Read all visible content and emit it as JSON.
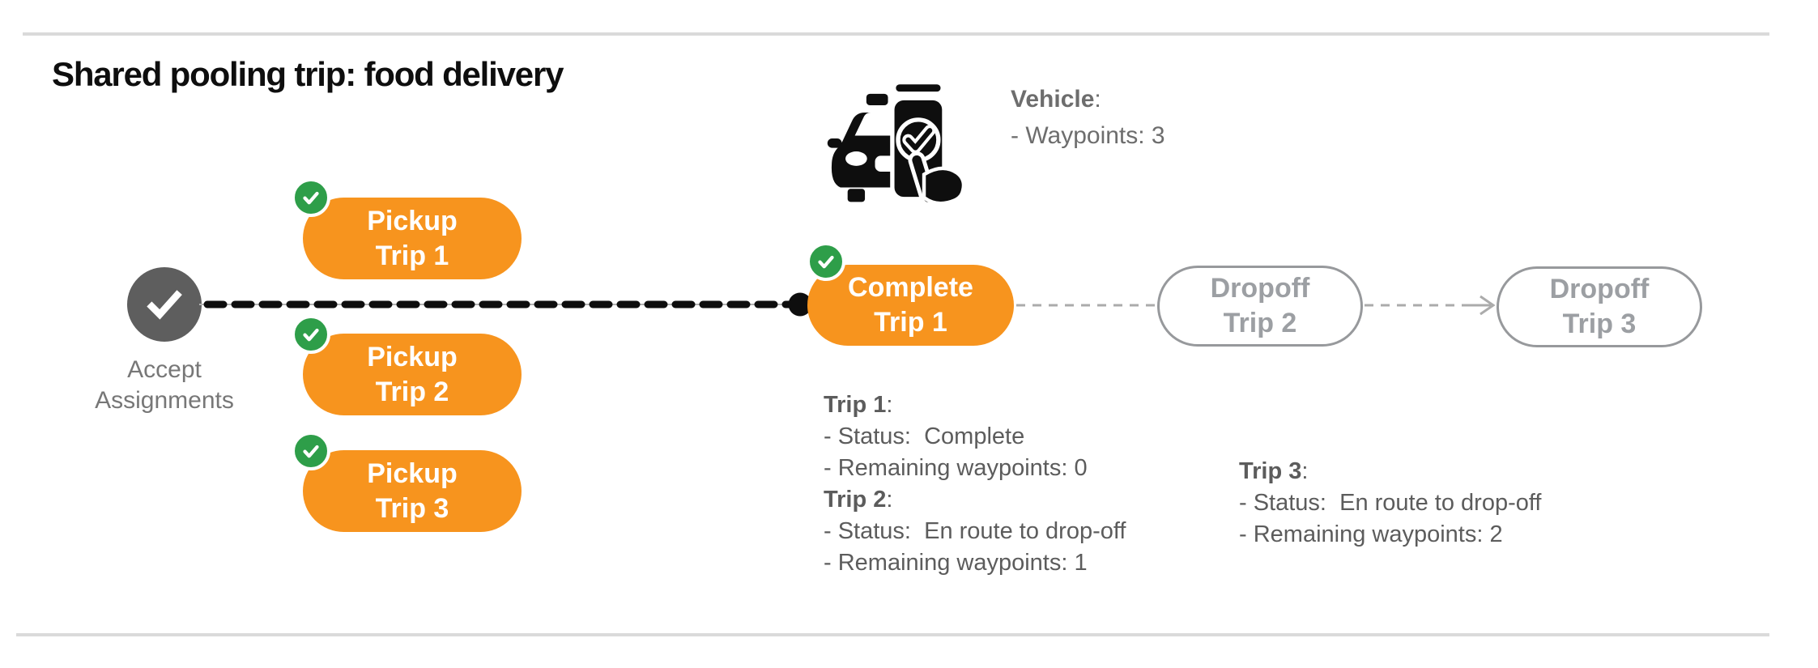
{
  "title": "Shared pooling trip: food delivery",
  "vehicle": {
    "icon": "car-phone-check-icon",
    "label": "Vehicle",
    "label_colon": ":",
    "waypoints_line": "- Waypoints: 3"
  },
  "flow": {
    "start": {
      "icon": "checkmark-icon",
      "line1": "Accept",
      "line2": "Assignments"
    },
    "pickups": [
      {
        "line1": "Pickup",
        "line2": "Trip 1",
        "badge": "check-badge-icon"
      },
      {
        "line1": "Pickup",
        "line2": "Trip 2",
        "badge": "check-badge-icon"
      },
      {
        "line1": "Pickup",
        "line2": "Trip 3",
        "badge": "check-badge-icon"
      }
    ],
    "complete": {
      "line1": "Complete",
      "line2": "Trip 1",
      "badge": "check-badge-icon"
    },
    "dropoffs": [
      {
        "line1": "Dropoff",
        "line2": "Trip 2"
      },
      {
        "line1": "Dropoff",
        "line2": "Trip 3"
      }
    ]
  },
  "status_left": {
    "sections": [
      {
        "title": "Trip 1",
        "colon": ":",
        "lines": [
          "- Status:  Complete",
          "- Remaining waypoints: 0"
        ]
      },
      {
        "title": "Trip 2",
        "colon": ":",
        "lines": [
          "- Status:  En route to drop-off",
          "- Remaining waypoints: 1"
        ]
      }
    ]
  },
  "status_right": {
    "sections": [
      {
        "title": "Trip 3",
        "colon": ":",
        "lines": [
          "- Status:  En route to drop-off",
          "- Remaining waypoints: 2"
        ]
      }
    ]
  },
  "colors": {
    "orange": "#F7941E",
    "green": "#2E9E49",
    "node-gray": "#5E5E5E",
    "label-gray": "#777777",
    "vehicle-text-gray": "#6D6D6D",
    "status-gray": "#5C5C5C",
    "outline-gray": "#97999C",
    "dropoff-text-gray": "#9C9FA3",
    "connector-gray": "#ABABAB",
    "underlay-gray": "#B3B3B3",
    "rule-gray": "#DADADA",
    "black": "#0E0E0E"
  }
}
